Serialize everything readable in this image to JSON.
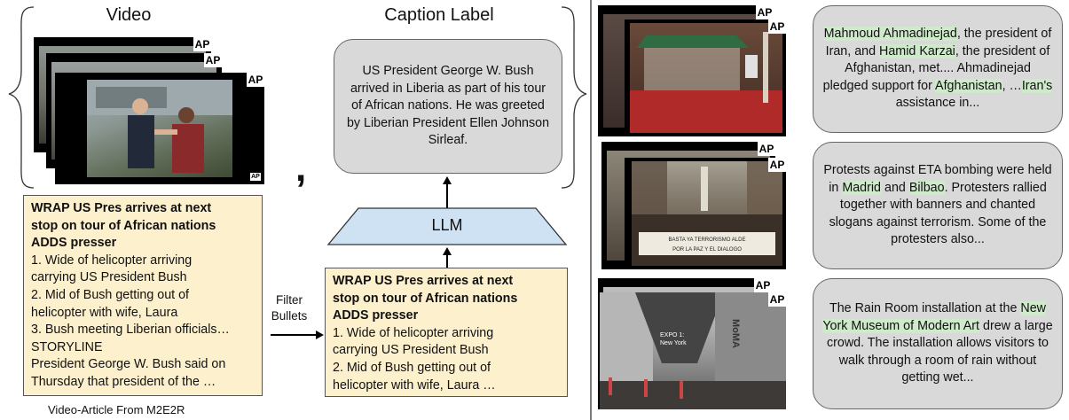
{
  "left": {
    "video_heading": "Video",
    "caption_heading": "Caption Label",
    "ap_logo": "AP",
    "caption_text": "US President George W. Bush arrived in Liberia as part of his tour of African nations. He was greeted by Liberian President Ellen Johnson Sirleaf.",
    "llm_label": "LLM",
    "filter_label": [
      "Filter",
      "Bullets"
    ],
    "comma": ",",
    "article_full": [
      {
        "text": "WRAP US Pres arrives at next",
        "bold": true
      },
      {
        "text": "stop on tour of African nations",
        "bold": true
      },
      {
        "text": "ADDS presser",
        "bold": true
      },
      {
        "text": "1. Wide of helicopter arriving",
        "bold": false
      },
      {
        "text": "carrying US President Bush",
        "bold": false
      },
      {
        "text": "2. Mid of Bush getting out of",
        "bold": false
      },
      {
        "text": "helicopter with wife, Laura",
        "bold": false
      },
      {
        "text": "3. Bush meeting Liberian officials…",
        "bold": false
      },
      {
        "text": "STORYLINE",
        "bold": false
      },
      {
        "text": "President George W. Bush said on",
        "bold": false
      },
      {
        "text": "Thursday that president of the …",
        "bold": false
      }
    ],
    "article_filtered": [
      {
        "text": "WRAP US Pres arrives at next",
        "bold": true
      },
      {
        "text": "stop on tour of African nations",
        "bold": true
      },
      {
        "text": "ADDS presser",
        "bold": true
      },
      {
        "text": "1. Wide of helicopter arriving",
        "bold": false
      },
      {
        "text": "carrying US President Bush",
        "bold": false
      },
      {
        "text": "2. Mid of Bush getting out of",
        "bold": false
      },
      {
        "text": "helicopter with wife, Laura …",
        "bold": false
      }
    ],
    "source_label": "Video-Article From M2E2R"
  },
  "examples": [
    {
      "ap_logo": "AP",
      "caption_parts": [
        {
          "text": "Mahmoud Ahmadinejad",
          "hl": true
        },
        {
          "text": ", the president of Iran, and ",
          "hl": false
        },
        {
          "text": "Hamid Karzai",
          "hl": true
        },
        {
          "text": ", the president of Afghanistan, met.... Ahmadinejad pledged support for ",
          "hl": false
        },
        {
          "text": "Afghanistan",
          "hl": true
        },
        {
          "text": ", …",
          "hl": false
        },
        {
          "text": "Iran's",
          "hl": true
        },
        {
          "text": " assistance in...",
          "hl": false
        }
      ]
    },
    {
      "ap_logo": "AP",
      "banner_text": [
        "BASTA YA TERRORISMO ALDE",
        "POR LA PAZ Y EL DIALOGO"
      ],
      "caption_parts": [
        {
          "text": "Protests against ETA bombing were held in ",
          "hl": false
        },
        {
          "text": "Madrid",
          "hl": true
        },
        {
          "text": " and ",
          "hl": false
        },
        {
          "text": "Bilbao",
          "hl": true
        },
        {
          "text": ". Protesters rallied together with banners and chanted slogans against terrorism. Some of the protesters also...",
          "hl": false
        }
      ]
    },
    {
      "ap_logo": "AP",
      "sign_text": [
        "EXPO 1:",
        "New York",
        "MoMA"
      ],
      "caption_parts": [
        {
          "text": "The Rain Room installation at the ",
          "hl": false
        },
        {
          "text": "New York Museum of Modern Art",
          "hl": true
        },
        {
          "text": " drew a large crowd. The installation allows visitors to walk through a room of rain without getting wet...",
          "hl": false
        }
      ]
    }
  ]
}
